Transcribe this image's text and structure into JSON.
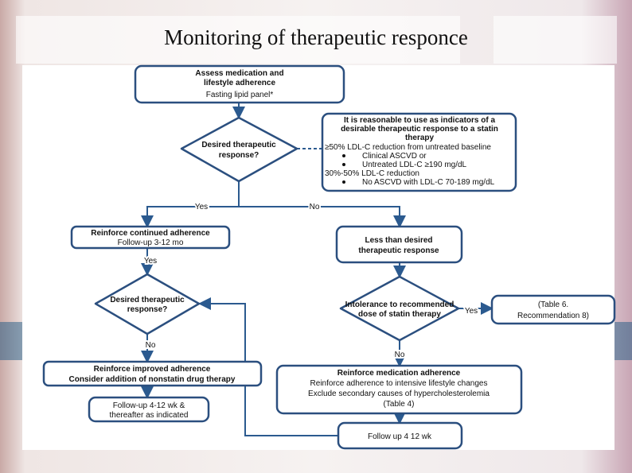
{
  "slide_title": "Monitoring of therapeutic responce",
  "colors": {
    "box_stroke": "#2b4f7f",
    "arrow": "#2b5a8f"
  },
  "nodes": {
    "assess": {
      "title": "Assess medication and",
      "title2": "lifestyle adherence",
      "sub": "Fasting lipid panel*"
    },
    "decision1": {
      "line1": "Desired therapeutic",
      "line2": "response?"
    },
    "note": {
      "line1": "It is reasonable to use as indicators of a",
      "line2": "desirable therapeutic response to a statin",
      "line3": "therapy",
      "item1": "≥50% LDL-C reduction from untreated baseline",
      "item1a": "Clinical ASCVD or",
      "item1b": "Untreated LDL-C ≥190 mg/dL",
      "item2": "30%-50% LDL-C reduction",
      "item2a": "No ASCVD with LDL-C 70-189 mg/dL"
    },
    "yes1": "Yes",
    "no1": "No",
    "reinforce_continued": {
      "title": "Reinforce continued adherence",
      "sub": "Follow-up 3-12 mo"
    },
    "less_than": {
      "line1": "Less than desired",
      "line2": "therapeutic response"
    },
    "yes2": "Yes",
    "decision2": {
      "line1": "Desired therapeutic",
      "line2": "response?"
    },
    "decision3": {
      "line1": "Intolerance to recommended",
      "line2": "dose of statin therapy"
    },
    "yes3": "Yes",
    "table6": {
      "line1": "(Table 6.",
      "line2": "Recommendation 8)"
    },
    "no2": "No",
    "no3": "No",
    "reinforce_improved": {
      "line1": "Reinforce improved adherence",
      "line2": "Consider addition of nonstatin drug therapy"
    },
    "followup_left": {
      "line1": "Follow-up 4-12 wk &",
      "line2": "thereafter as indicated"
    },
    "reinforce_medication": {
      "title": "Reinforce medication adherence",
      "line2": "Reinforce adherence to intensive lifestyle changes",
      "line3": "Exclude secondary causes of hypercholesterolemia",
      "line4": "(Table 4)"
    },
    "followup_right": "Follow up 4 12 wk"
  }
}
